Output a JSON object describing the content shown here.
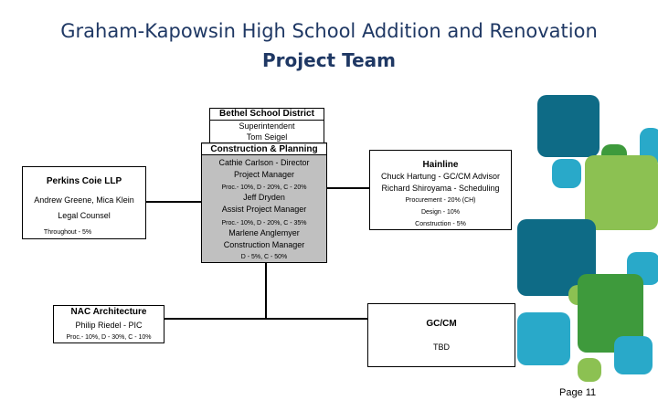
{
  "title": {
    "line1": "Graham-Kapowsin High School Addition and Renovation",
    "line2": "Project Team"
  },
  "bethel": {
    "header": "Bethel School District",
    "role": "Superintendent",
    "name": "Tom Seigel",
    "section": "Construction & Planning",
    "members": [
      {
        "line1": "Cathie Carlson - Director",
        "line2": "Project Manager",
        "alloc": "Proc.- 10%, D - 20%, C - 20%"
      },
      {
        "line1": "Jeff Dryden",
        "line2": "Assist Project Manager",
        "alloc": "Proc.- 10%, D - 20%, C - 35%"
      },
      {
        "line1": "Marlene Anglemyer",
        "line2": "Construction Manager",
        "alloc": "D - 5%, C - 50%"
      }
    ]
  },
  "perkins": {
    "header": "Perkins Coie LLP",
    "names": "Andrew Greene, Mica Klein",
    "role": "Legal Counsel",
    "alloc": "Throughout - 5%"
  },
  "hainline": {
    "header": "Hainline",
    "line1": "Chuck Hartung - GC/CM Advisor",
    "line2": "Richard Shiroyama - Scheduling",
    "alloc1": "Procurement - 20% (CH)",
    "alloc2": "Design - 10%",
    "alloc3": "Construction - 5%"
  },
  "nac": {
    "header": "NAC Architecture",
    "name": "Philip Riedel - PIC",
    "alloc": "Proc.- 10%, D - 30%, C - 10%"
  },
  "gccm": {
    "header": "GC/CM",
    "value": "TBD"
  },
  "page": "Page 11",
  "colors": {
    "title": "#1f3864",
    "gray_box": "#c0c0c0",
    "teal_dark": "#0e6b86",
    "teal_light": "#29a9c9",
    "green": "#3e9a3c",
    "lime": "#8cc152"
  }
}
